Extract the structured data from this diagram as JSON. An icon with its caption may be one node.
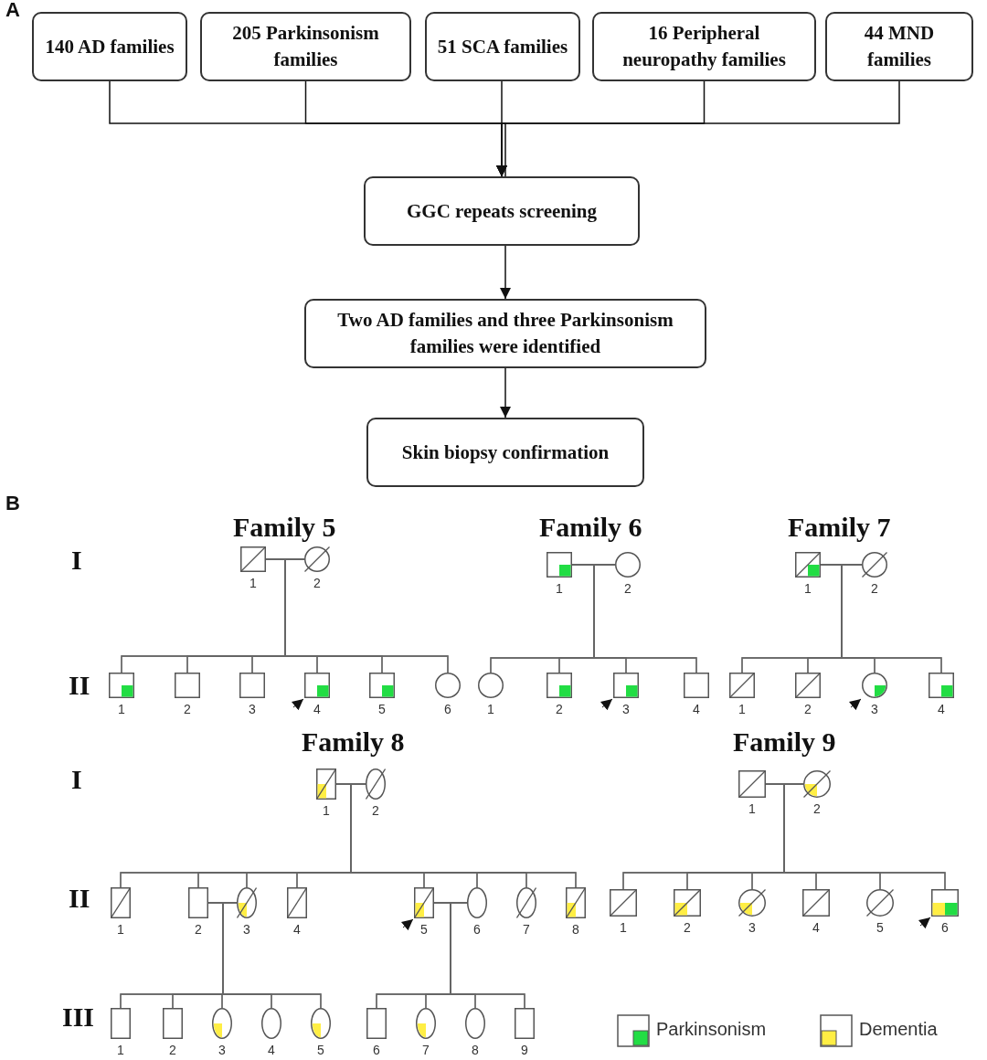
{
  "diagram": {
    "nodes": [
      {
        "text": [
          "140 AD families"
        ]
      },
      {
        "text": [
          "205 Parkinsonism families"
        ]
      },
      {
        "text": [
          "51 SCA families"
        ]
      },
      {
        "text": [
          "16 Peripheral neuropathy families"
        ]
      },
      {
        "text": [
          "44 MND families"
        ]
      },
      {
        "text": [
          "GGC repeats screening"
        ]
      },
      {
        "text": [
          "Two AD families and three Parkinsonism families were identified"
        ]
      },
      {
        "text": [
          "Skin biopsy confirmation"
        ]
      },
      {
        "text": [],
        "shape": "box",
        "beside": [
          "1"
        ]
      },
      {
        "text": [],
        "shape": "circle",
        "beside": [
          "2"
        ]
      },
      {
        "text": [],
        "shape": "box",
        "beside": [
          "1"
        ]
      },
      {
        "text": [],
        "shape": "box",
        "beside": [
          "2"
        ]
      },
      {
        "text": [],
        "shape": "box",
        "beside": [
          "3"
        ]
      },
      {
        "text": [],
        "shape": "box",
        "beside": [
          "4"
        ]
      },
      {
        "text": [],
        "shape": "box",
        "beside": [
          "5"
        ]
      },
      {
        "text": [],
        "shape": "circle",
        "beside": [
          "6"
        ]
      },
      {
        "text": [],
        "shape": "box",
        "beside": [
          "1"
        ]
      },
      {
        "text": [],
        "shape": "circle",
        "beside": [
          "2"
        ]
      },
      {
        "text": [],
        "shape": "circle",
        "beside": [
          "1"
        ]
      },
      {
        "text": [],
        "shape": "box",
        "beside": [
          "2"
        ]
      },
      {
        "text": [],
        "shape": "box",
        "beside": [
          "3"
        ]
      },
      {
        "text": [],
        "shape": "box",
        "beside": [
          "4"
        ]
      },
      {
        "text": [],
        "shape": "box",
        "beside": [
          "1"
        ]
      },
      {
        "text": [],
        "shape": "circle",
        "beside": [
          "2"
        ]
      },
      {
        "text": [],
        "shape": "box",
        "beside": [
          "1"
        ]
      },
      {
        "text": [],
        "shape": "box",
        "beside": [
          "2"
        ]
      },
      {
        "text": [],
        "shape": "circle",
        "beside": [
          "3"
        ]
      },
      {
        "text": [],
        "shape": "box",
        "beside": [
          "4"
        ]
      },
      {
        "text": [],
        "shape": "box",
        "beside": [
          "1"
        ]
      },
      {
        "text": [],
        "shape": "circle",
        "beside": [
          "2"
        ]
      },
      {
        "text": [],
        "shape": "box",
        "beside": [
          "1"
        ]
      },
      {
        "text": [],
        "shape": "box",
        "beside": [
          "2"
        ]
      },
      {
        "text": [],
        "shape": "circle",
        "beside": [
          "3"
        ]
      },
      {
        "text": [],
        "shape": "box",
        "beside": [
          "4"
        ]
      },
      {
        "text": [],
        "shape": "box",
        "beside": [
          "5"
        ]
      },
      {
        "text": [],
        "shape": "circle",
        "beside": [
          "6"
        ]
      },
      {
        "text": [],
        "shape": "circle",
        "beside": [
          "7"
        ]
      },
      {
        "text": [],
        "shape": "box",
        "beside": [
          "8"
        ]
      },
      {
        "text": [],
        "shape": "box",
        "beside": [
          "1"
        ]
      },
      {
        "text": [],
        "shape": "box",
        "beside": [
          "2"
        ]
      },
      {
        "text": [],
        "shape": "circle",
        "beside": [
          "3"
        ]
      },
      {
        "text": [],
        "shape": "circle",
        "beside": [
          "4"
        ]
      },
      {
        "text": [],
        "shape": "circle",
        "beside": [
          "5"
        ]
      },
      {
        "text": [],
        "shape": "box",
        "beside": [
          "6"
        ]
      },
      {
        "text": [],
        "shape": "circle",
        "beside": [
          "7"
        ]
      },
      {
        "text": [],
        "shape": "circle",
        "beside": [
          "8"
        ]
      },
      {
        "text": [],
        "shape": "box",
        "beside": [
          "9"
        ]
      },
      {
        "text": [],
        "shape": "box",
        "beside": [
          "1"
        ]
      },
      {
        "text": [],
        "shape": "circle",
        "beside": [
          "2"
        ]
      },
      {
        "text": [],
        "shape": "box",
        "beside": [
          "1"
        ]
      },
      {
        "text": [],
        "shape": "box",
        "beside": [
          "2"
        ]
      },
      {
        "text": [],
        "shape": "circle",
        "beside": [
          "3"
        ]
      },
      {
        "text": [],
        "shape": "box",
        "beside": [
          "4"
        ]
      },
      {
        "text": [],
        "shape": "circle",
        "beside": [
          "5"
        ]
      },
      {
        "text": [],
        "shape": "box",
        "beside": [
          "6"
        ]
      }
    ],
    "edges": [
      {
        "from": 0,
        "to": 5,
        "arrow": "to"
      },
      {
        "from": 1,
        "to": 5,
        "arrow": "to"
      },
      {
        "from": 2,
        "to": 5,
        "arrow": "to"
      },
      {
        "from": 3,
        "to": 5,
        "arrow": "to"
      },
      {
        "from": 4,
        "to": 5,
        "arrow": "to"
      },
      {
        "from": 5,
        "to": 6,
        "arrow": "to"
      },
      {
        "from": 6,
        "to": 7,
        "arrow": "to"
      },
      {
        "from": 8,
        "to": 9,
        "arrow": "none"
      },
      {
        "from": 8,
        "to": 10,
        "arrow": "none"
      },
      {
        "from": 8,
        "to": 11,
        "arrow": "none"
      },
      {
        "from": 8,
        "to": 12,
        "arrow": "none"
      },
      {
        "from": 8,
        "to": 13,
        "arrow": "none"
      },
      {
        "from": 8,
        "to": 14,
        "arrow": "none"
      },
      {
        "from": 8,
        "to": 15,
        "arrow": "none"
      },
      {
        "from": 9,
        "to": 10,
        "arrow": "none"
      },
      {
        "from": 9,
        "to": 11,
        "arrow": "none"
      },
      {
        "from": 9,
        "to": 12,
        "arrow": "none"
      },
      {
        "from": 9,
        "to": 13,
        "arrow": "none"
      },
      {
        "from": 9,
        "to": 14,
        "arrow": "none"
      },
      {
        "from": 9,
        "to": 15,
        "arrow": "none"
      },
      {
        "from": 16,
        "to": 17,
        "arrow": "none"
      },
      {
        "from": 16,
        "to": 18,
        "arrow": "none"
      },
      {
        "from": 16,
        "to": 19,
        "arrow": "none"
      },
      {
        "from": 16,
        "to": 20,
        "arrow": "none"
      },
      {
        "from": 16,
        "to": 21,
        "arrow": "none"
      },
      {
        "from": 17,
        "to": 18,
        "arrow": "none"
      },
      {
        "from": 17,
        "to": 19,
        "arrow": "none"
      },
      {
        "from": 17,
        "to": 20,
        "arrow": "none"
      },
      {
        "from": 17,
        "to": 21,
        "arrow": "none"
      },
      {
        "from": 22,
        "to": 23,
        "arrow": "none"
      },
      {
        "from": 22,
        "to": 24,
        "arrow": "none"
      },
      {
        "from": 22,
        "to": 25,
        "arrow": "none"
      },
      {
        "from": 22,
        "to": 26,
        "arrow": "none"
      },
      {
        "from": 22,
        "to": 27,
        "arrow": "none"
      },
      {
        "from": 23,
        "to": 24,
        "arrow": "none"
      },
      {
        "from": 23,
        "to": 25,
        "arrow": "none"
      },
      {
        "from": 23,
        "to": 26,
        "arrow": "none"
      },
      {
        "from": 23,
        "to": 27,
        "arrow": "none"
      },
      {
        "from": 28,
        "to": 29,
        "arrow": "none"
      },
      {
        "from": 28,
        "to": 30,
        "arrow": "none"
      },
      {
        "from": 28,
        "to": 31,
        "arrow": "none"
      },
      {
        "from": 28,
        "to": 32,
        "arrow": "none"
      },
      {
        "from": 28,
        "to": 33,
        "arrow": "none"
      },
      {
        "from": 28,
        "to": 34,
        "arrow": "none"
      },
      {
        "from": 28,
        "to": 35,
        "arrow": "none"
      },
      {
        "from": 28,
        "to": 36,
        "arrow": "none"
      },
      {
        "from": 28,
        "to": 37,
        "arrow": "none"
      },
      {
        "from": 29,
        "to": 30,
        "arrow": "none"
      },
      {
        "from": 29,
        "to": 31,
        "arrow": "none"
      },
      {
        "from": 29,
        "to": 32,
        "arrow": "none"
      },
      {
        "from": 29,
        "to": 33,
        "arrow": "none"
      },
      {
        "from": 29,
        "to": 34,
        "arrow": "none"
      },
      {
        "from": 29,
        "to": 35,
        "arrow": "none"
      },
      {
        "from": 29,
        "to": 36,
        "arrow": "none"
      },
      {
        "from": 29,
        "to": 37,
        "arrow": "none"
      },
      {
        "from": 31,
        "to": 32,
        "arrow": "none"
      },
      {
        "from": 31,
        "to": 38,
        "arrow": "none"
      },
      {
        "from": 31,
        "to": 39,
        "arrow": "none"
      },
      {
        "from": 31,
        "to": 40,
        "arrow": "none"
      },
      {
        "from": 31,
        "to": 41,
        "arrow": "none"
      },
      {
        "from": 31,
        "to": 42,
        "arrow": "none"
      },
      {
        "from": 32,
        "to": 38,
        "arrow": "none"
      },
      {
        "from": 32,
        "to": 39,
        "arrow": "none"
      },
      {
        "from": 32,
        "to": 40,
        "arrow": "none"
      },
      {
        "from": 32,
        "to": 41,
        "arrow": "none"
      },
      {
        "from": 32,
        "to": 42,
        "arrow": "none"
      },
      {
        "from": 34,
        "to": 35,
        "arrow": "none"
      },
      {
        "from": 34,
        "to": 43,
        "arrow": "none"
      },
      {
        "from": 34,
        "to": 44,
        "arrow": "none"
      },
      {
        "from": 34,
        "to": 45,
        "arrow": "none"
      },
      {
        "from": 34,
        "to": 46,
        "arrow": "none"
      },
      {
        "from": 35,
        "to": 43,
        "arrow": "none"
      },
      {
        "from": 35,
        "to": 44,
        "arrow": "none"
      },
      {
        "from": 35,
        "to": 45,
        "arrow": "none"
      },
      {
        "from": 35,
        "to": 46,
        "arrow": "none"
      },
      {
        "from": 47,
        "to": 48,
        "arrow": "none"
      },
      {
        "from": 47,
        "to": 49,
        "arrow": "none"
      },
      {
        "from": 47,
        "to": 50,
        "arrow": "none"
      },
      {
        "from": 47,
        "to": 51,
        "arrow": "none"
      },
      {
        "from": 47,
        "to": 52,
        "arrow": "none"
      },
      {
        "from": 47,
        "to": 53,
        "arrow": "none"
      },
      {
        "from": 47,
        "to": 54,
        "arrow": "none"
      },
      {
        "from": 48,
        "to": 49,
        "arrow": "none"
      },
      {
        "from": 48,
        "to": 50,
        "arrow": "none"
      },
      {
        "from": 48,
        "to": 51,
        "arrow": "none"
      },
      {
        "from": 48,
        "to": 52,
        "arrow": "none"
      },
      {
        "from": 48,
        "to": 53,
        "arrow": "none"
      },
      {
        "from": 48,
        "to": 54,
        "arrow": "none"
      },
      {
        "from": null,
        "to": 13,
        "arrow": "to"
      },
      {
        "from": null,
        "to": 20,
        "arrow": "to"
      },
      {
        "from": null,
        "to": 26,
        "arrow": "to"
      },
      {
        "from": null,
        "to": 34,
        "arrow": "to"
      },
      {
        "from": null,
        "to": 54,
        "arrow": "to"
      }
    ],
    "labels": [
      "A",
      "B",
      "Family 5",
      "Family 6",
      "Family 7",
      "I",
      "II",
      "Family 8",
      "Family 9",
      "I",
      "II",
      "III"
    ],
    "legend": [
      {
        "text": "Parkinsonism"
      },
      {
        "text": "Dementia"
      }
    ]
  }
}
